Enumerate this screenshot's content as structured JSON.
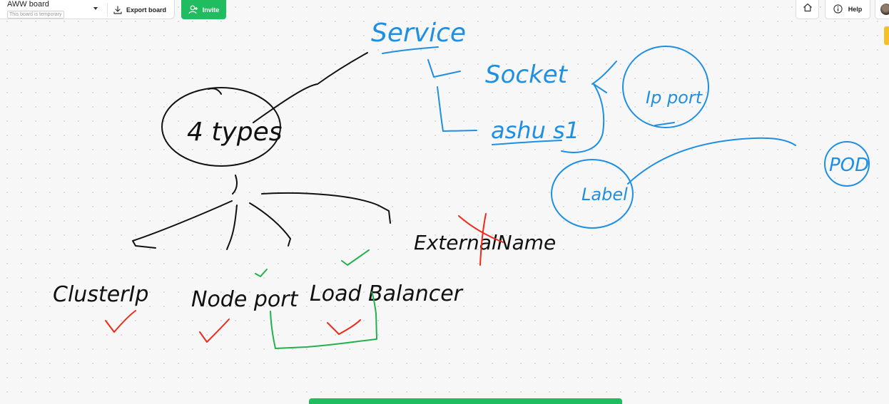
{
  "toolbar": {
    "board_title": "AWW board",
    "board_subtitle": "This board is temporary",
    "export_label": "Export board",
    "invite_label": "Invite",
    "help_label": "Help"
  },
  "icons": {
    "dropdown": "chevron-down-icon",
    "export": "download-icon",
    "invite": "add-user-icon",
    "home": "home-icon",
    "help": "info-icon",
    "avatar": "user-avatar"
  },
  "colors": {
    "accent_green": "#1fbd5f",
    "ink_black": "#111111",
    "ink_blue": "#1e8fe3",
    "ink_red": "#ee2b1b",
    "ink_green": "#22b14c",
    "canvas_bg": "#f7f7f7"
  },
  "drawing": {
    "center_label": "4 types",
    "types": [
      "ClusterIp",
      "Node port",
      "Load Balancer",
      "ExternalName"
    ],
    "service_label": "Service",
    "service_children": [
      "Socket",
      "ashu s1"
    ],
    "bubbles": [
      "Ip port",
      "Label",
      "POD"
    ]
  }
}
